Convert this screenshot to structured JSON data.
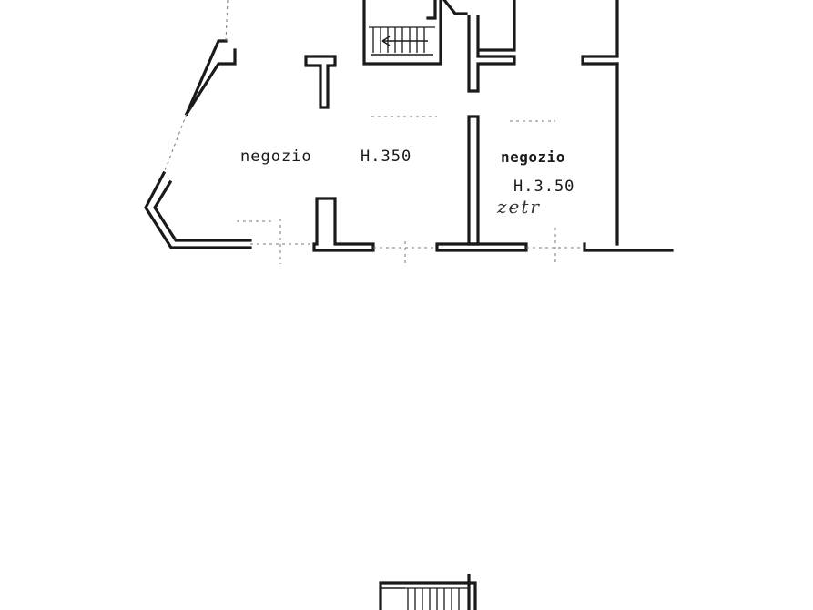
{
  "plan": {
    "rooms": [
      {
        "name": "negozio",
        "height": "H.350"
      },
      {
        "name": "negozio",
        "height": "H.3.50"
      }
    ],
    "floor_note": "zetr"
  },
  "colors": {
    "ink": "#1a1a1a",
    "paper": "#ffffff"
  }
}
